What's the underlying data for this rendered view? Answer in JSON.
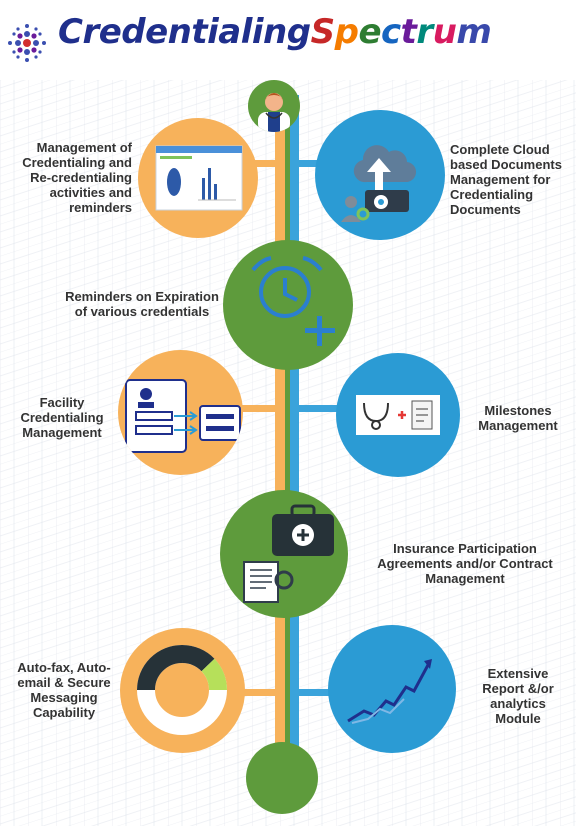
{
  "header": {
    "title_part1": "Credentialing",
    "title_part2": "Spectrum",
    "title_colors": [
      "#c62828",
      "#f57c00",
      "#2e7d32",
      "#1565c0",
      "#6a1b9a",
      "#00897b",
      "#d81b60",
      "#3949ab"
    ]
  },
  "colors": {
    "orange": "#f7b25b",
    "green": "#5e9b3c",
    "blue": "#2b9bd4",
    "dark_blue": "#1f2f8c",
    "stem_blue": "#3aa3db"
  },
  "features": [
    {
      "id": "credentialing-management",
      "label": "Management of Credentialing and Re-credentialing activities and reminders",
      "icon": "dashboard-screenshot-icon"
    },
    {
      "id": "cloud-documents",
      "label": "Complete Cloud based Documents Management for Credentialing Documents",
      "icon": "cloud-upload-icon"
    },
    {
      "id": "expiration-reminders",
      "label": "Reminders on Expiration of various credentials",
      "icon": "alarm-clock-plus-icon"
    },
    {
      "id": "facility-credentialing",
      "label": "Facility Credentialing Management",
      "icon": "profile-flow-icon"
    },
    {
      "id": "milestones",
      "label": "Milestones Management",
      "icon": "stethoscope-checklist-icon"
    },
    {
      "id": "insurance-participation",
      "label": "Insurance Participation Agreements and/or Contract Management",
      "icon": "medical-bag-document-icon"
    },
    {
      "id": "messaging",
      "label": "Auto-fax, Auto-email & Secure Messaging Capability",
      "icon": "donut-gauge-icon"
    },
    {
      "id": "reporting",
      "label": "Extensive Report &/or analytics Module",
      "icon": "trend-chart-icon"
    }
  ]
}
